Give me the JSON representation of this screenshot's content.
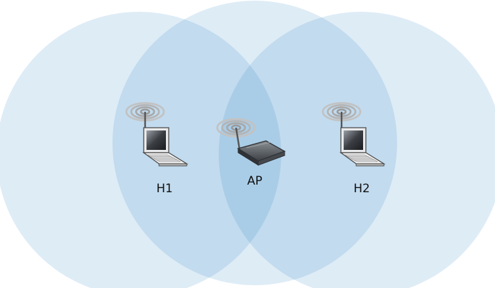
{
  "labels": {
    "host1": "H1",
    "access_point": "AP",
    "host2": "H2"
  },
  "colors": {
    "coverage_circle": "#1f7fc2",
    "background": "#ffffff",
    "signal_waves": "#9a9a9a",
    "device_body": "#5a5a5a"
  },
  "icons": {
    "host1": "laptop-icon",
    "access_point": "wireless-router-icon",
    "host2": "laptop-icon",
    "signal": "wifi-signal-icon"
  }
}
